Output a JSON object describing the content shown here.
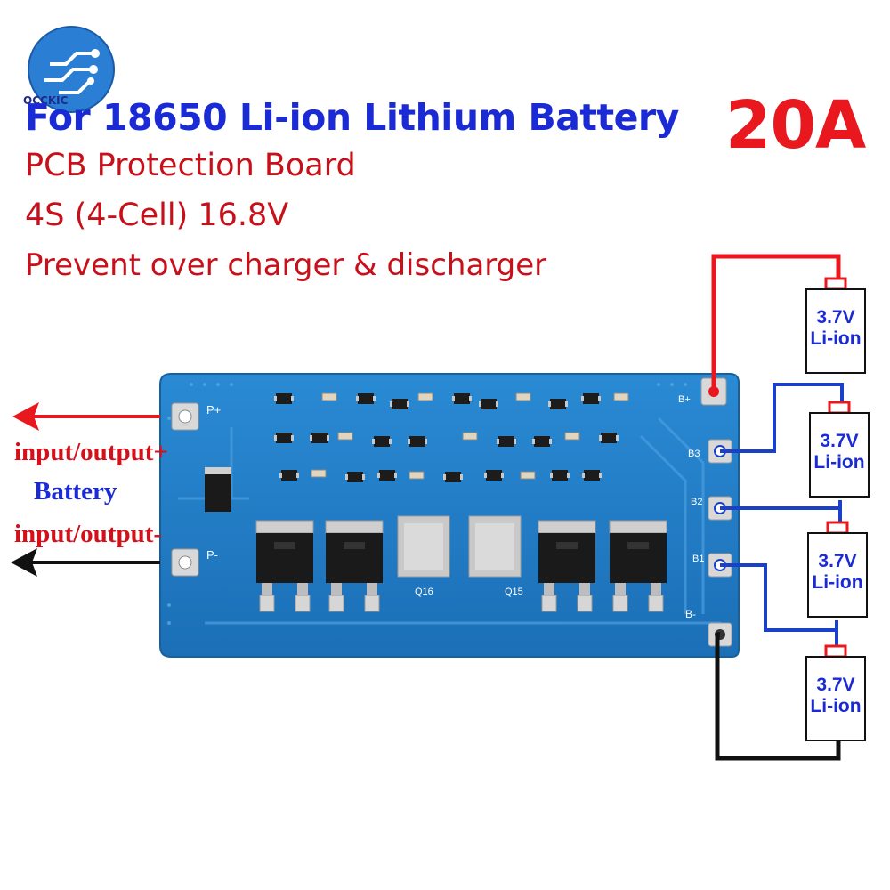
{
  "logo": {
    "text": "OCCKIC"
  },
  "header": {
    "title": "For 18650 Li-ion Lithium Battery",
    "rating": "20A",
    "line1": "PCB Protection Board",
    "line2": "4S (4-Cell) 16.8V",
    "line3": "Prevent over charger & discharger"
  },
  "side_labels": {
    "positive": "input/output+",
    "battery": "Battery",
    "negative": "input/output-"
  },
  "cells": [
    {
      "voltage": "3.7V",
      "type": "Li-ion"
    },
    {
      "voltage": "3.7V",
      "type": "Li-ion"
    },
    {
      "voltage": "3.7V",
      "type": "Li-ion"
    },
    {
      "voltage": "3.7V",
      "type": "Li-ion"
    }
  ],
  "board_labels": {
    "p_plus": "P+",
    "p_minus": "P-",
    "b_plus": "B+",
    "b3": "B3",
    "b2": "B2",
    "b1": "B1",
    "b_minus": "B-",
    "q16": "Q16",
    "q15": "Q15"
  },
  "colors": {
    "title_blue": "#1a2bd6",
    "rating_red": "#e8181e",
    "pcb_blue": "#1e7fc8",
    "wire_red": "#e8181e",
    "wire_blue": "#1a3fc8",
    "wire_black": "#111111"
  }
}
